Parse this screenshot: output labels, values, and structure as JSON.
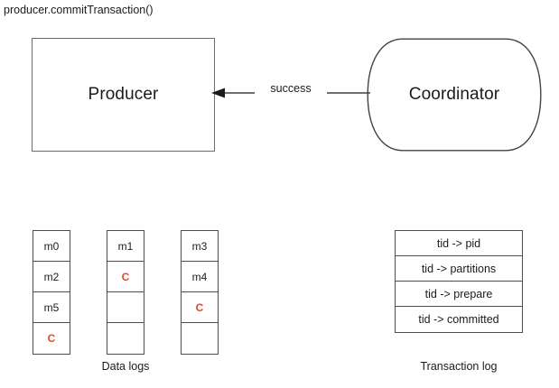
{
  "diagram": {
    "title": "producer.commitTransaction()",
    "colors": {
      "stroke": "#4d4d4d",
      "shape_stroke": "#666b6e",
      "text": "#1b1b1b",
      "marker": "#e8452b",
      "background": "#ffffff"
    },
    "nodes": {
      "producer": {
        "label": "Producer",
        "shape": "rectangle"
      },
      "coordinator": {
        "label": "Coordinator",
        "shape": "rounded-barrel"
      }
    },
    "connector": {
      "label": "success",
      "from": "coordinator",
      "to": "producer",
      "arrow_direction": "left",
      "arrowhead": "filled-triangle"
    },
    "data_logs": {
      "caption": "Data logs",
      "columns": [
        {
          "name": "data-log-partition-0",
          "cells": [
            {
              "text": "m0",
              "marker": false
            },
            {
              "text": "m2",
              "marker": false
            },
            {
              "text": "m5",
              "marker": false
            },
            {
              "text": "C",
              "marker": true
            }
          ]
        },
        {
          "name": "data-log-partition-1",
          "cells": [
            {
              "text": "m1",
              "marker": false
            },
            {
              "text": "C",
              "marker": true
            },
            {
              "text": "",
              "marker": false
            },
            {
              "text": "",
              "marker": false
            }
          ]
        },
        {
          "name": "data-log-partition-2",
          "cells": [
            {
              "text": "m3",
              "marker": false
            },
            {
              "text": "m4",
              "marker": false
            },
            {
              "text": "C",
              "marker": true
            },
            {
              "text": "",
              "marker": false
            }
          ]
        }
      ]
    },
    "transaction_log": {
      "caption": "Transaction log",
      "rows": [
        "tid -> pid",
        "tid -> partitions",
        "tid -> prepare",
        "tid -> committed"
      ]
    }
  }
}
